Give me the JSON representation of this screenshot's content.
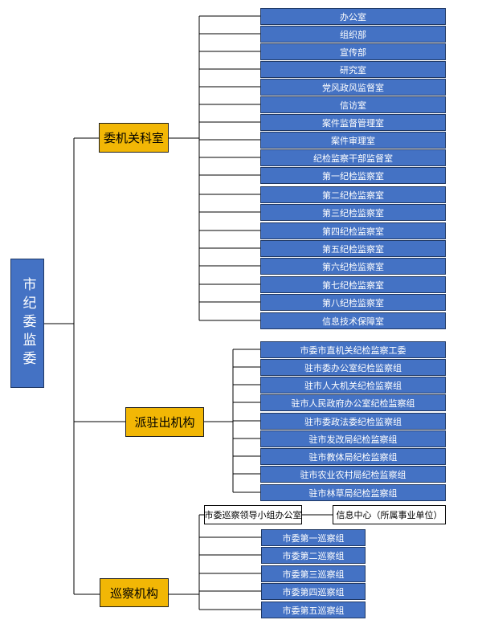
{
  "root": {
    "label": "市纪委监委"
  },
  "branches": [
    {
      "label": "委机关科室",
      "items": [
        "办公室",
        "组织部",
        "宣传部",
        "研究室",
        "党风政风监督室",
        "信访室",
        "案件监督管理室",
        "案件审理室",
        "纪检监察干部监督室",
        "第一纪检监察室",
        "第二纪检监察室",
        "第三纪检监察室",
        "第四纪检监察室",
        "第五纪检监察室",
        "第六纪检监察室",
        "第七纪检监察室",
        "第八纪检监察室",
        "信息技术保障室"
      ]
    },
    {
      "label": "派驻出机构",
      "items": [
        "市委市直机关纪检监察工委",
        "驻市委办公室纪检监察组",
        "驻市人大机关纪检监察组",
        "驻市人民政府办公室纪检监察组",
        "驻市委政法委纪检监察组",
        "驻市发改局纪检监察组",
        "驻市教体局纪检监察组",
        "驻市农业农村局纪检监察组",
        "驻市林草局纪检监察组"
      ]
    },
    {
      "label": "巡察机构",
      "office": "市委巡察领导小组办公室",
      "info_center": "信息中心（所属事业单位）",
      "items": [
        "市委第一巡察组",
        "市委第二巡察组",
        "市委第三巡察组",
        "市委第四巡察组",
        "市委第五巡察组"
      ]
    }
  ],
  "colors": {
    "leaf_fill": "#4472c4",
    "category_fill": "#f2b705",
    "line": "#000000"
  }
}
